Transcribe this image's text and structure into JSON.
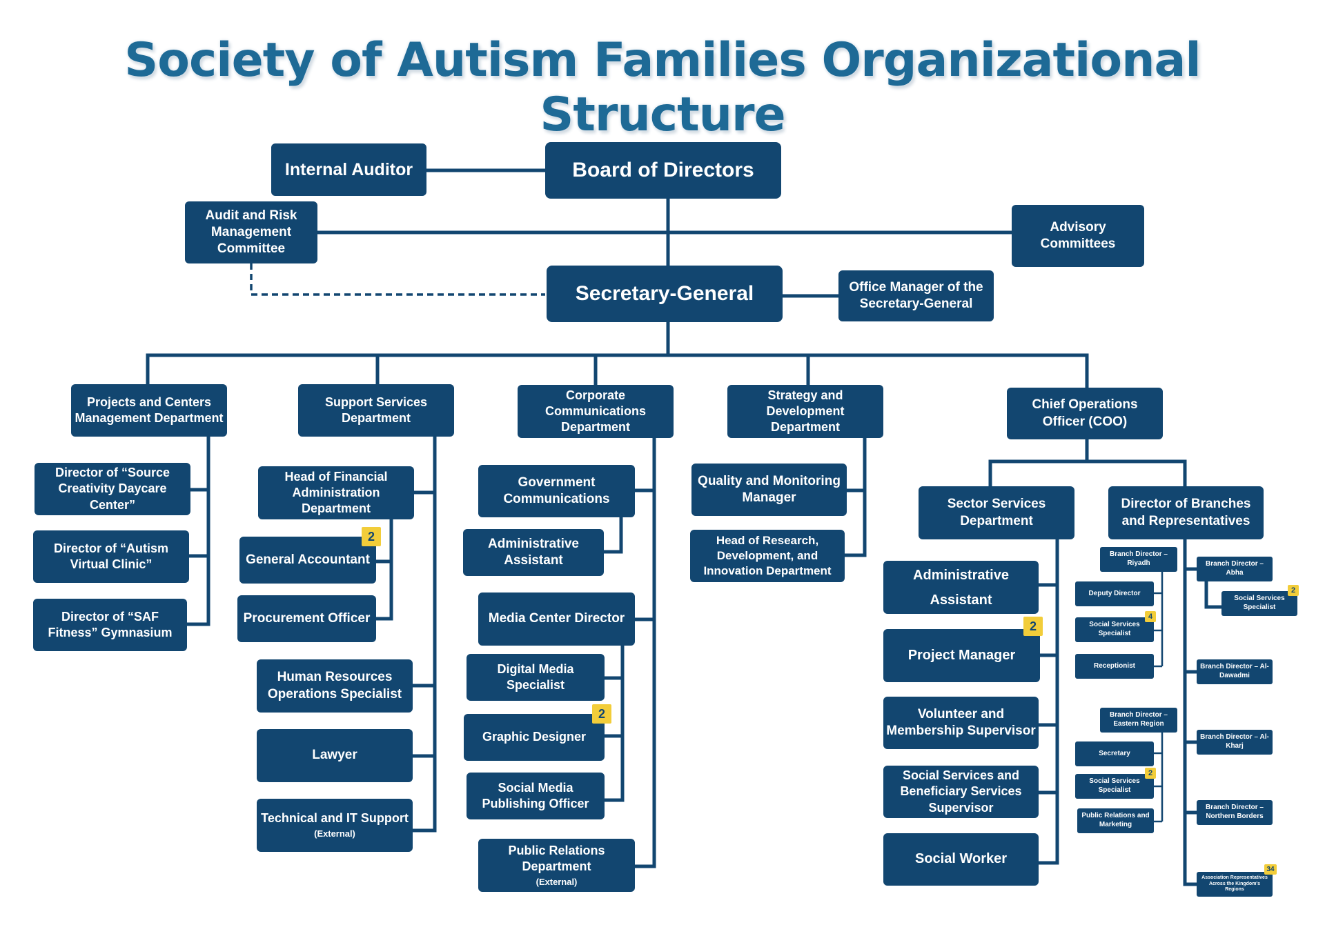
{
  "title": "Society of Autism Families Organizational Structure",
  "colors": {
    "box": "#124670",
    "line": "#124670",
    "title": "#1e6a96",
    "badge": "#f2cd3a"
  },
  "nodes": {
    "board": "Board of Directors",
    "auditor": "Internal Auditor",
    "audit_committee": "Audit and Risk Management Committee",
    "advisory": "Advisory Committees",
    "secgen": "Secretary-General",
    "office_manager": "Office Manager of the Secretary-General",
    "projects_dept": "Projects and Centers Management Department",
    "dir_source": "Director of “Source Creativity Daycare Center”",
    "dir_clinic": "Director of “Autism Virtual Clinic”",
    "dir_fitness": "Director of “SAF Fitness” Gymnasium",
    "support_dept": "Support Services Department",
    "head_finance": "Head of Financial Administration Department",
    "accountant": "General Accountant",
    "procurement": "Procurement Officer",
    "hr_ops": "Human Resources Operations Specialist",
    "lawyer": "Lawyer",
    "it_support": "Technical and IT Support",
    "it_support_sub": "(External)",
    "corp_comm_dept": "Corporate Communications Department",
    "gov_comm": "Government Communications",
    "admin_asst_comm": "Administrative Assistant",
    "media_dir": "Media Center Director",
    "digital_media": "Digital Media Specialist",
    "graphic": "Graphic Designer",
    "social_pub": "Social Media Publishing Officer",
    "pr_dept": "Public Relations Department",
    "pr_dept_sub": "(External)",
    "strategy_dept": "Strategy and Development Department",
    "quality_mgr": "Quality and Monitoring Manager",
    "head_research": "Head of Research, Development, and Innovation Department",
    "coo": "Chief Operations Officer (COO)",
    "sector_dept": "Sector Services Department",
    "admin_asst_sector": "Administrative Assistant",
    "project_mgr": "Project Manager",
    "volunteer_sup": "Volunteer and Membership Supervisor",
    "social_sup": "Social Services and Beneficiary Services Supervisor",
    "social_worker": "Social Worker",
    "dir_branches": "Director of Branches and Representatives",
    "br_riyadh": "Branch Director – Riyadh",
    "deputy_dir": "Deputy Director",
    "ss_riyadh": "Social Services Specialist",
    "receptionist": "Receptionist",
    "br_eastern": "Branch Director – Eastern Region",
    "secretary": "Secretary",
    "ss_eastern": "Social Services Specialist",
    "pr_marketing": "Public Relations and Marketing",
    "br_abha": "Branch Director – Abha",
    "ss_abha": "Social Services Specialist",
    "br_dawadmi": "Branch Director – Al-Dawadmi",
    "br_kharj": "Branch Director – Al-Kharj",
    "br_northern": "Branch Director – Northern Borders",
    "assoc_reps": "Association Representatives Across the Kingdom's Regions"
  },
  "badges": {
    "accountant": "2",
    "graphic": "2",
    "project_mgr": "2",
    "ss_riyadh": "4",
    "ss_eastern": "2",
    "ss_abha": "2",
    "assoc_reps": "34"
  }
}
